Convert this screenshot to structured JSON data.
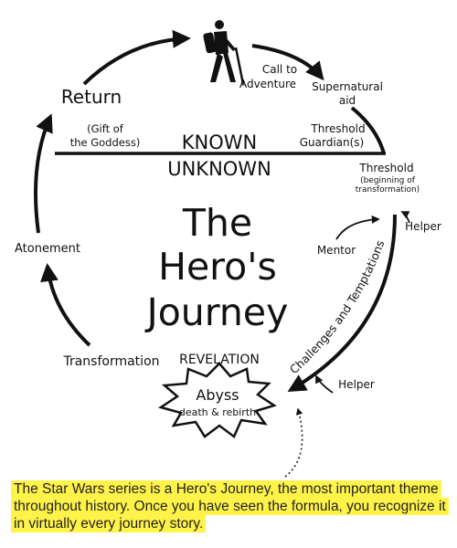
{
  "title": {
    "line1": "The",
    "line2": "Hero's",
    "line3": "Journey"
  },
  "divider": {
    "known": "KNOWN",
    "unknown": "UNKNOWN"
  },
  "stages": {
    "call_line1": "Call to",
    "call_line2": "Adventure",
    "aid_line1": "Supernatural",
    "aid_line2": "aid",
    "guardian_line1": "Threshold",
    "guardian_line2": "Guardian(s)",
    "threshold": "Threshold",
    "threshold_sub1": "(beginning of",
    "threshold_sub2": "transformation)",
    "helper_top": "Helper",
    "mentor": "Mentor",
    "challenges": "Challenges and Temptations",
    "helper_bottom": "Helper",
    "revelation": "REVELATION",
    "abyss": "Abyss",
    "abyss_sub": "death & rebirth",
    "transformation": "Transformation",
    "atonement": "Atonement",
    "return": "Return",
    "gift_line1": "(Gift of",
    "gift_line2": "the Goddess)"
  },
  "caption": "The Star Wars series is a Hero's Journey, the most important theme throughout history. Once you have seen the formula, you recognize it in virtually every journey story.",
  "colors": {
    "highlight": "#fff34a",
    "ink": "#111111"
  },
  "icons": {
    "hiker": "hiker-icon"
  }
}
